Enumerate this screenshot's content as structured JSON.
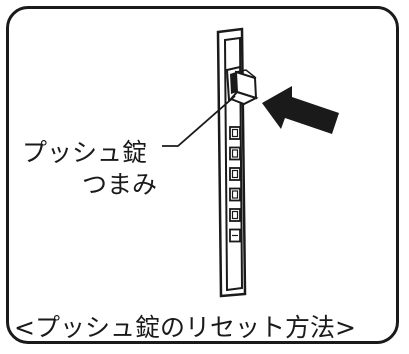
{
  "callout": {
    "line1": "プッシュ錠",
    "line2": "つまみ"
  },
  "caption": "<プッシュ錠のリセット方法>",
  "buttons": {
    "count": 6
  }
}
